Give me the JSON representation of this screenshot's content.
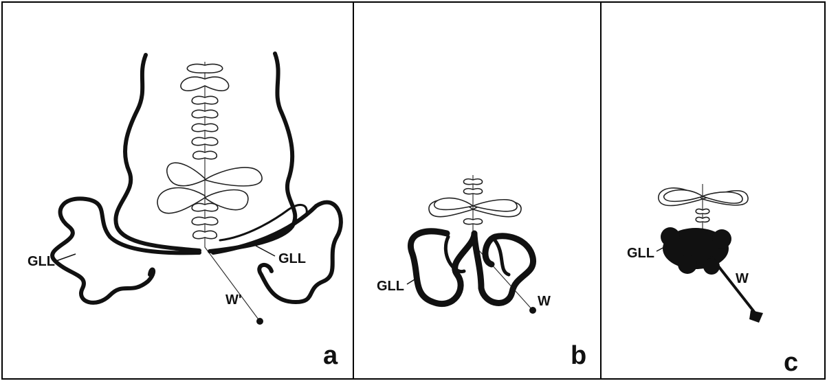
{
  "panels": [
    {
      "letter": "a",
      "labels": {
        "gll_left": "GLL",
        "gll_right": "GLL",
        "w": "W'"
      }
    },
    {
      "letter": "b",
      "labels": {
        "gll": "GLL",
        "w": "W"
      }
    },
    {
      "letter": "c",
      "labels": {
        "gll": "GLL",
        "w": "W"
      }
    }
  ]
}
